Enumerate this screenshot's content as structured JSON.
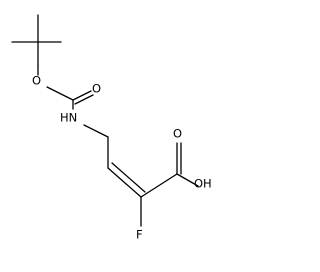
{
  "molecule": {
    "atoms": {
      "o_ester": "O",
      "o_carbonyl": "O",
      "nh": "HN",
      "o_acid": "O",
      "oh": "OH",
      "f": "F"
    }
  }
}
